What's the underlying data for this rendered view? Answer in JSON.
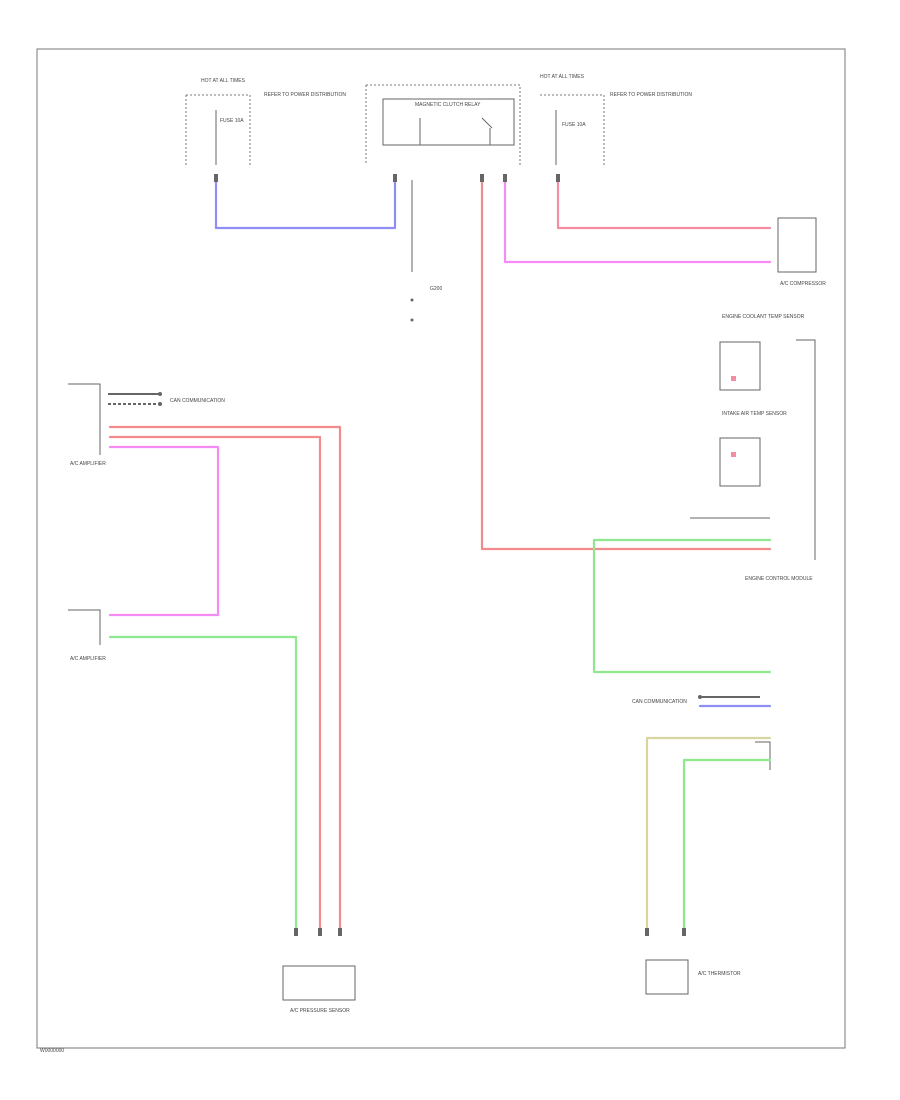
{
  "colors": {
    "pink": "#f58da2",
    "red": "#f28b8b",
    "magenta": "#f58cf5",
    "green": "#8fe88f",
    "blue": "#8e8ef5",
    "yellow": "#d8d6a0",
    "frame": "#777777"
  },
  "labels": {
    "hot_at_all_times_left": "HOT AT ALL TIMES",
    "hot_at_all_times_right": "HOT AT ALL TIMES",
    "ref_left": "REFER TO POWER DISTRIBUTION",
    "ref_right": "REFER TO POWER DISTRIBUTION",
    "fuse_left": "FUSE 10A",
    "fuse_right": "FUSE 10A",
    "relay_title": "MAGNETIC CLUTCH RELAY",
    "ground": "G200",
    "ac_amp": "A/C AMPLIFIER",
    "compressor": "A/C COMPRESSOR",
    "ecm_title": "ENGINE CONTROL MODULE",
    "sensor": "A/C PRESSURE SENSOR",
    "cube1": "ENGINE COOLANT TEMP SENSOR",
    "cube2": "INTAKE AIR TEMP SENSOR",
    "can_left": "CAN COMMUNICATION",
    "can_right": "CAN COMMUNICATION",
    "bottom_right": "A/C THERMISTOR",
    "mid_left": "A/C AMPLIFIER",
    "page_code": "W0000000"
  }
}
